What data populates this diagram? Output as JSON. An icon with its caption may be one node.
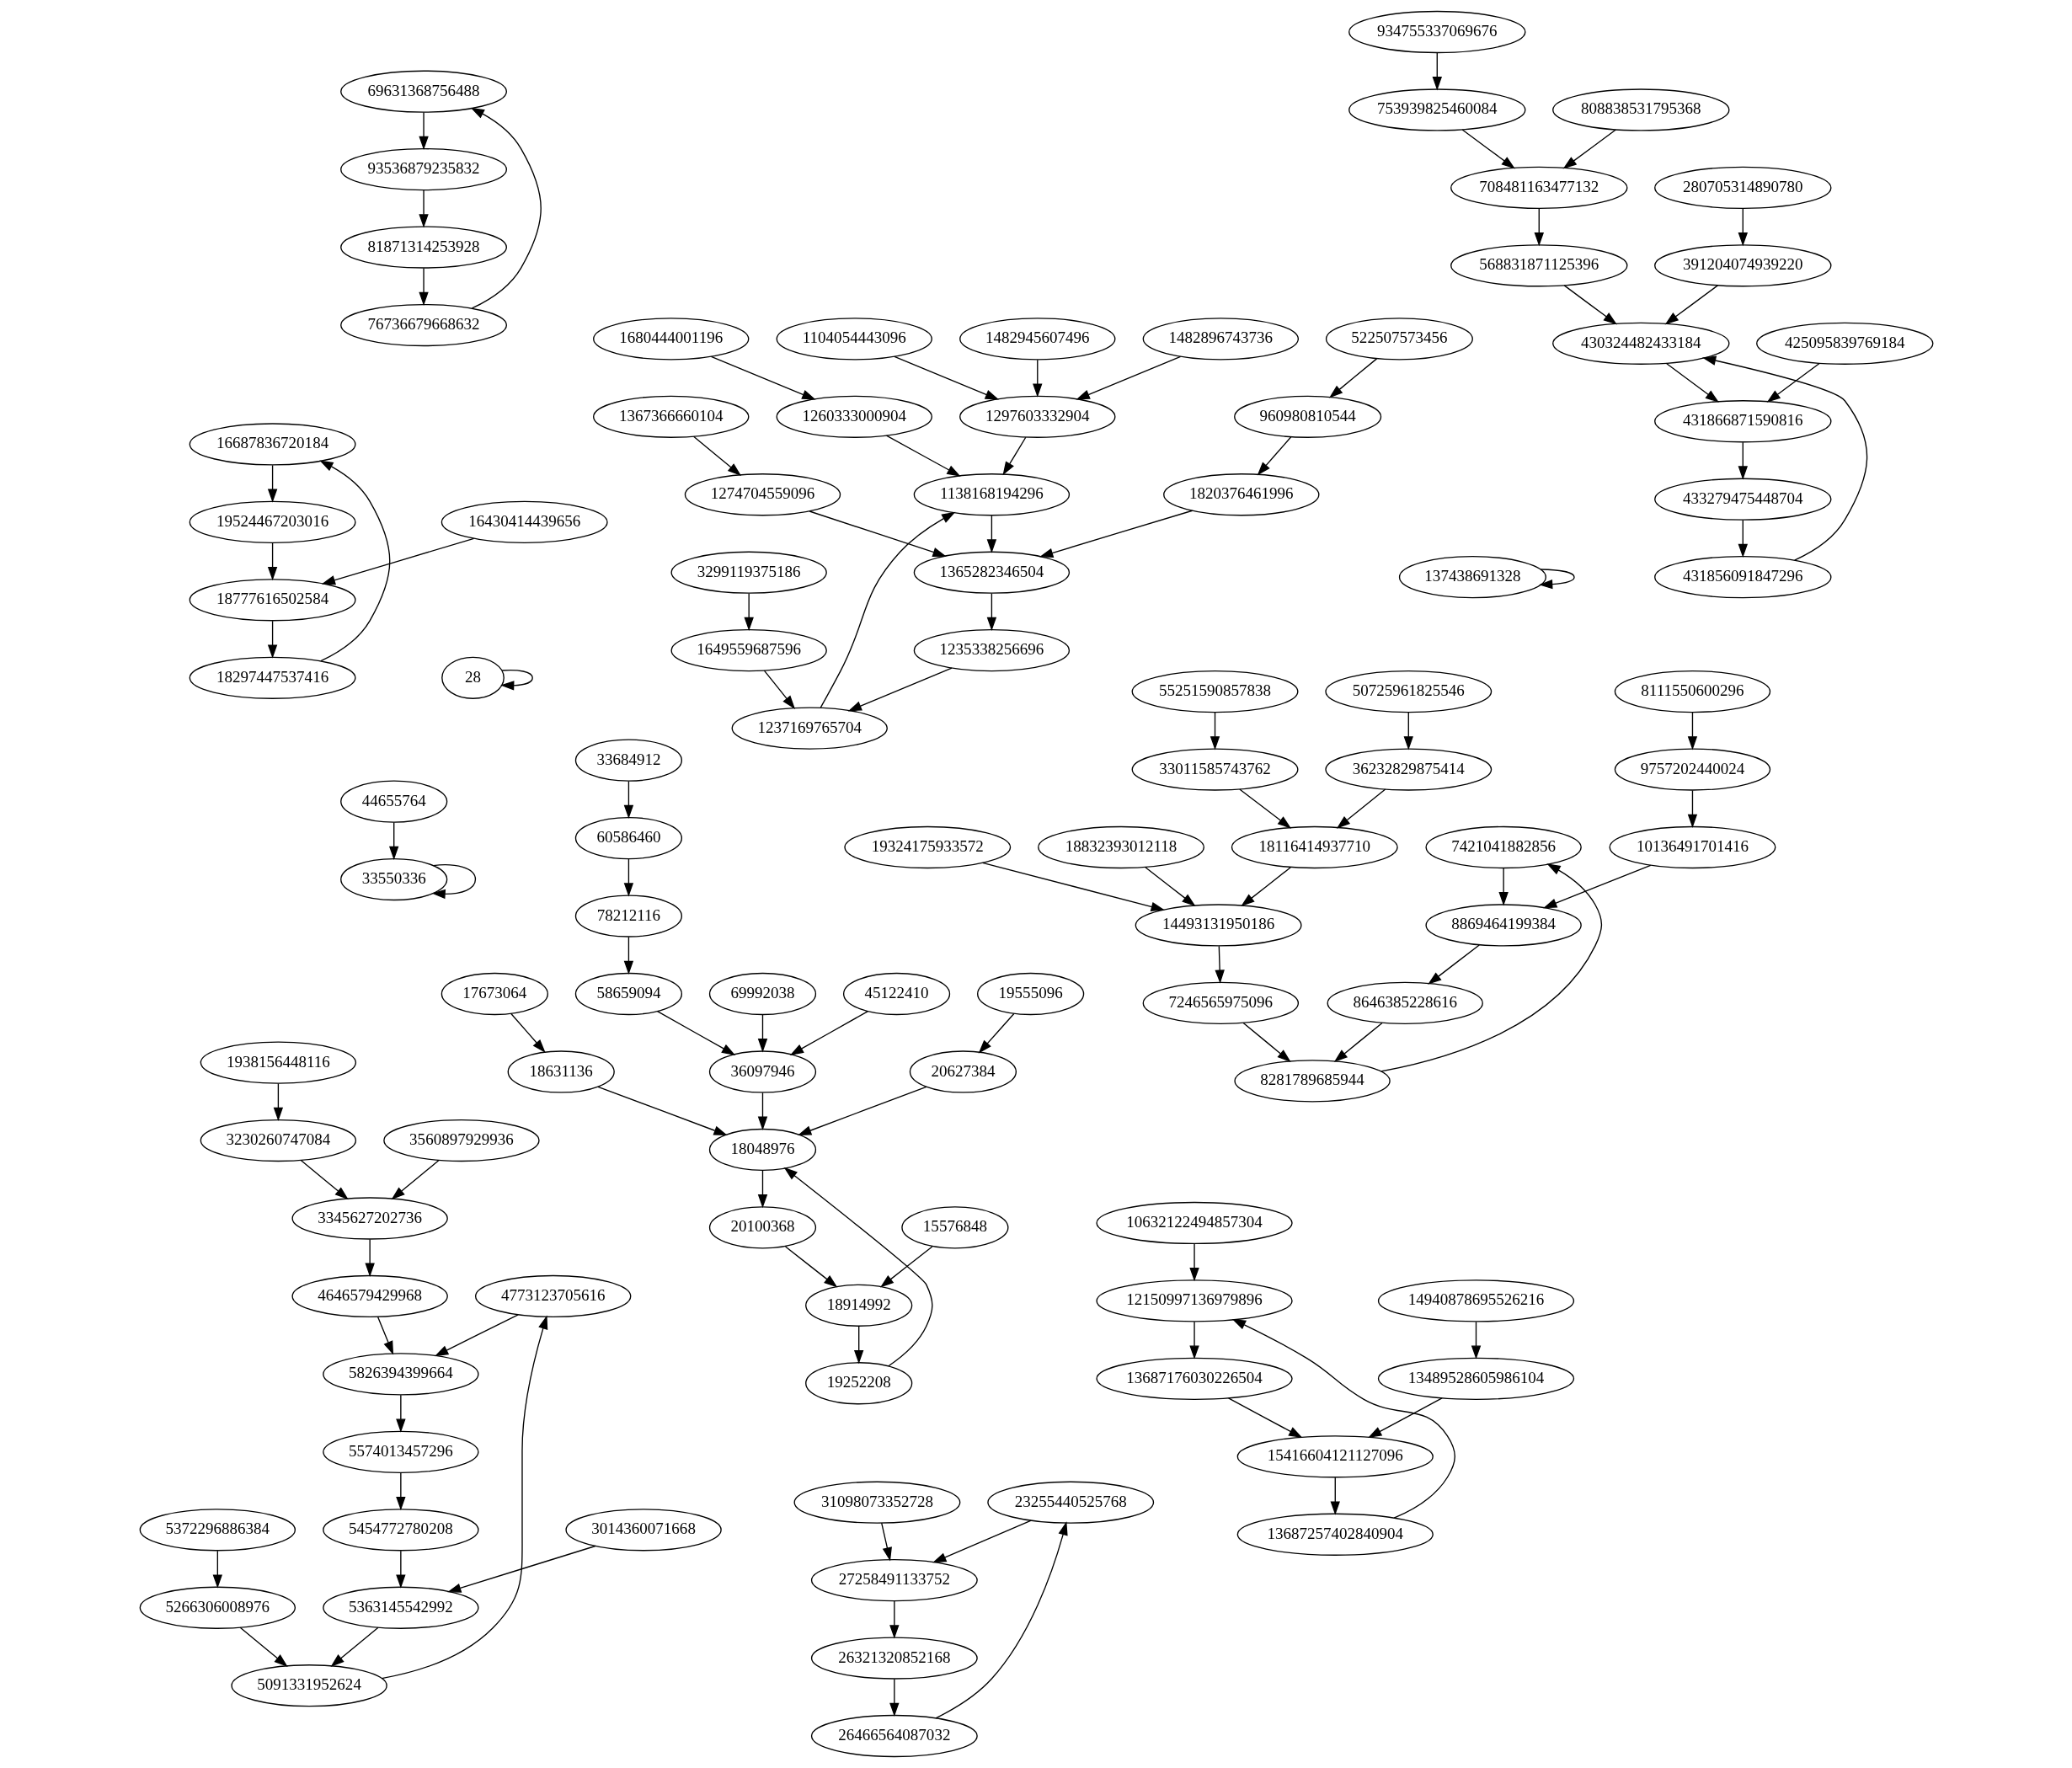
{
  "diagram": {
    "nodes": [
      {
        "text": [
          "934755337069676"
        ]
      },
      {
        "text": [
          "753939825460084"
        ]
      },
      {
        "text": [
          "808838531795368"
        ]
      },
      {
        "text": [
          "280705314890780"
        ]
      },
      {
        "text": [
          "708481163477132"
        ]
      },
      {
        "text": [
          "391204074939220"
        ]
      },
      {
        "text": [
          "568831871125396"
        ]
      },
      {
        "text": [
          "425095839769184"
        ]
      },
      {
        "text": [
          "430324482433184"
        ]
      },
      {
        "text": [
          "431866871590816"
        ]
      },
      {
        "text": [
          "433279475448704"
        ]
      },
      {
        "text": [
          "431856091847296"
        ]
      },
      {
        "text": [
          "33684912"
        ]
      },
      {
        "text": [
          "60586460"
        ]
      },
      {
        "text": [
          "78212116"
        ]
      },
      {
        "text": [
          "69992038"
        ]
      },
      {
        "text": [
          "17673064"
        ]
      },
      {
        "text": [
          "19555096"
        ]
      },
      {
        "text": [
          "45122410"
        ]
      },
      {
        "text": [
          "58659094"
        ]
      },
      {
        "text": [
          "18631136"
        ]
      },
      {
        "text": [
          "20627384"
        ]
      },
      {
        "text": [
          "36097946"
        ]
      },
      {
        "text": [
          "18048976"
        ]
      },
      {
        "text": [
          "15576848"
        ]
      },
      {
        "text": [
          "20100368"
        ]
      },
      {
        "text": [
          "18914992"
        ]
      },
      {
        "text": [
          "19252208"
        ]
      },
      {
        "text": [
          "44655764"
        ]
      },
      {
        "text": [
          "33550336"
        ]
      },
      {
        "text": [
          "55251590857838"
        ]
      },
      {
        "text": [
          "50725961825546"
        ]
      },
      {
        "text": [
          "8111550600296"
        ]
      },
      {
        "text": [
          "33011585743762"
        ]
      },
      {
        "text": [
          "36232829875414"
        ]
      },
      {
        "text": [
          "19324175933572"
        ]
      },
      {
        "text": [
          "9757202440024"
        ]
      },
      {
        "text": [
          "18116414937710"
        ]
      },
      {
        "text": [
          "18832393012118"
        ]
      },
      {
        "text": [
          "7421041882856"
        ]
      },
      {
        "text": [
          "10136491701416"
        ]
      },
      {
        "text": [
          "14493131950186"
        ]
      },
      {
        "text": [
          "8869464199384"
        ]
      },
      {
        "text": [
          "7246565975096"
        ]
      },
      {
        "text": [
          "8646385228616"
        ]
      },
      {
        "text": [
          "8281789685944"
        ]
      },
      {
        "text": [
          "31098073352728"
        ]
      },
      {
        "text": [
          "23255440525768"
        ]
      },
      {
        "text": [
          "27258491133752"
        ]
      },
      {
        "text": [
          "26321320852168"
        ]
      },
      {
        "text": [
          "26466564087032"
        ]
      },
      {
        "text": [
          "28"
        ]
      },
      {
        "text": [
          "1938156448116"
        ]
      },
      {
        "text": [
          "3230260747084"
        ]
      },
      {
        "text": [
          "3560897929936"
        ]
      },
      {
        "text": [
          "3345627202736"
        ]
      },
      {
        "text": [
          "4646579429968"
        ]
      },
      {
        "text": [
          "4773123705616"
        ]
      },
      {
        "text": [
          "5826394399664"
        ]
      },
      {
        "text": [
          "5574013457296"
        ]
      },
      {
        "text": [
          "5454772780208"
        ]
      },
      {
        "text": [
          "3014360071668"
        ]
      },
      {
        "text": [
          "5372296886384"
        ]
      },
      {
        "text": [
          "5363145542992"
        ]
      },
      {
        "text": [
          "5266306008976"
        ]
      },
      {
        "text": [
          "5091331952624"
        ]
      },
      {
        "text": [
          "1482945607496"
        ]
      },
      {
        "text": [
          "1482896743736"
        ]
      },
      {
        "text": [
          "522507573456"
        ]
      },
      {
        "text": [
          "1680444001196"
        ]
      },
      {
        "text": [
          "1104054443096"
        ]
      },
      {
        "text": [
          "1367366660104"
        ]
      },
      {
        "text": [
          "960980810544"
        ]
      },
      {
        "text": [
          "1260333000904"
        ]
      },
      {
        "text": [
          "1297603332904"
        ]
      },
      {
        "text": [
          "1274704559096"
        ]
      },
      {
        "text": [
          "1820376461996"
        ]
      },
      {
        "text": [
          "1138168194296"
        ]
      },
      {
        "text": [
          "3299119375186"
        ]
      },
      {
        "text": [
          "1365282346504"
        ]
      },
      {
        "text": [
          "1649559687596"
        ]
      },
      {
        "text": [
          "1235338256696"
        ]
      },
      {
        "text": [
          "1237169765704"
        ]
      },
      {
        "text": [
          "137438691328"
        ]
      },
      {
        "text": [
          "10632122494857304"
        ]
      },
      {
        "text": [
          "14940878695526216"
        ]
      },
      {
        "text": [
          "12150997136979896"
        ]
      },
      {
        "text": [
          "13489528605986104"
        ]
      },
      {
        "text": [
          "13687176030226504"
        ]
      },
      {
        "text": [
          "15416604121127096"
        ]
      },
      {
        "text": [
          "13687257402840904"
        ]
      },
      {
        "text": [
          "69631368756488"
        ]
      },
      {
        "text": [
          "93536879235832"
        ]
      },
      {
        "text": [
          "81871314253928"
        ]
      },
      {
        "text": [
          "76736679668632"
        ]
      },
      {
        "text": [
          "16687836720184"
        ]
      },
      {
        "text": [
          "19524467203016"
        ]
      },
      {
        "text": [
          "16430414439656"
        ]
      },
      {
        "text": [
          "18777616502584"
        ]
      },
      {
        "text": [
          "18297447537416"
        ]
      }
    ],
    "edges": [
      {
        "from": 0,
        "to": 1,
        "arrow": "to"
      },
      {
        "from": 1,
        "to": 4,
        "arrow": "to"
      },
      {
        "from": 2,
        "to": 4,
        "arrow": "to"
      },
      {
        "from": 3,
        "to": 5,
        "arrow": "to"
      },
      {
        "from": 4,
        "to": 6,
        "arrow": "to"
      },
      {
        "from": 5,
        "to": 8,
        "arrow": "to"
      },
      {
        "from": 6,
        "to": 8,
        "arrow": "to"
      },
      {
        "from": 7,
        "to": 9,
        "arrow": "to"
      },
      {
        "from": 8,
        "to": 9,
        "arrow": "to"
      },
      {
        "from": 9,
        "to": 10,
        "arrow": "to"
      },
      {
        "from": 10,
        "to": 11,
        "arrow": "to"
      },
      {
        "from": 11,
        "to": 8,
        "arrow": "to"
      },
      {
        "from": 12,
        "to": 13,
        "arrow": "to"
      },
      {
        "from": 13,
        "to": 14,
        "arrow": "to"
      },
      {
        "from": 14,
        "to": 19,
        "arrow": "to"
      },
      {
        "from": 16,
        "to": 20,
        "arrow": "to"
      },
      {
        "from": 17,
        "to": 21,
        "arrow": "to"
      },
      {
        "from": 18,
        "to": 22,
        "arrow": "to"
      },
      {
        "from": 19,
        "to": 22,
        "arrow": "to"
      },
      {
        "from": 15,
        "to": 22,
        "arrow": "to"
      },
      {
        "from": 20,
        "to": 23,
        "arrow": "to"
      },
      {
        "from": 21,
        "to": 23,
        "arrow": "to"
      },
      {
        "from": 22,
        "to": 23,
        "arrow": "to"
      },
      {
        "from": 23,
        "to": 25,
        "arrow": "to"
      },
      {
        "from": 24,
        "to": 26,
        "arrow": "to"
      },
      {
        "from": 25,
        "to": 26,
        "arrow": "to"
      },
      {
        "from": 26,
        "to": 27,
        "arrow": "to"
      },
      {
        "from": 27,
        "to": 23,
        "arrow": "to"
      },
      {
        "from": 28,
        "to": 29,
        "arrow": "to"
      },
      {
        "from": 29,
        "to": 29,
        "arrow": "to"
      },
      {
        "from": 30,
        "to": 33,
        "arrow": "to"
      },
      {
        "from": 31,
        "to": 34,
        "arrow": "to"
      },
      {
        "from": 32,
        "to": 36,
        "arrow": "to"
      },
      {
        "from": 33,
        "to": 37,
        "arrow": "to"
      },
      {
        "from": 34,
        "to": 37,
        "arrow": "to"
      },
      {
        "from": 36,
        "to": 40,
        "arrow": "to"
      },
      {
        "from": 37,
        "to": 41,
        "arrow": "to"
      },
      {
        "from": 38,
        "to": 41,
        "arrow": "to"
      },
      {
        "from": 35,
        "to": 41,
        "arrow": "to"
      },
      {
        "from": 39,
        "to": 42,
        "arrow": "to"
      },
      {
        "from": 40,
        "to": 42,
        "arrow": "to"
      },
      {
        "from": 41,
        "to": 43,
        "arrow": "to"
      },
      {
        "from": 42,
        "to": 44,
        "arrow": "to"
      },
      {
        "from": 43,
        "to": 45,
        "arrow": "to"
      },
      {
        "from": 44,
        "to": 45,
        "arrow": "to"
      },
      {
        "from": 45,
        "to": 39,
        "arrow": "to"
      },
      {
        "from": 46,
        "to": 48,
        "arrow": "to"
      },
      {
        "from": 47,
        "to": 48,
        "arrow": "to"
      },
      {
        "from": 48,
        "to": 49,
        "arrow": "to"
      },
      {
        "from": 49,
        "to": 50,
        "arrow": "to"
      },
      {
        "from": 50,
        "to": 47,
        "arrow": "to"
      },
      {
        "from": 51,
        "to": 51,
        "arrow": "to"
      },
      {
        "from": 52,
        "to": 53,
        "arrow": "to"
      },
      {
        "from": 53,
        "to": 55,
        "arrow": "to"
      },
      {
        "from": 54,
        "to": 55,
        "arrow": "to"
      },
      {
        "from": 55,
        "to": 56,
        "arrow": "to"
      },
      {
        "from": 56,
        "to": 58,
        "arrow": "to"
      },
      {
        "from": 57,
        "to": 58,
        "arrow": "to"
      },
      {
        "from": 58,
        "to": 59,
        "arrow": "to"
      },
      {
        "from": 59,
        "to": 60,
        "arrow": "to"
      },
      {
        "from": 60,
        "to": 63,
        "arrow": "to"
      },
      {
        "from": 61,
        "to": 63,
        "arrow": "to"
      },
      {
        "from": 62,
        "to": 64,
        "arrow": "to"
      },
      {
        "from": 63,
        "to": 65,
        "arrow": "to"
      },
      {
        "from": 64,
        "to": 65,
        "arrow": "to"
      },
      {
        "from": 65,
        "to": 57,
        "arrow": "to"
      },
      {
        "from": 68,
        "to": 72,
        "arrow": "to"
      },
      {
        "from": 69,
        "to": 73,
        "arrow": "to"
      },
      {
        "from": 70,
        "to": 74,
        "arrow": "to"
      },
      {
        "from": 67,
        "to": 74,
        "arrow": "to"
      },
      {
        "from": 66,
        "to": 74,
        "arrow": "to"
      },
      {
        "from": 71,
        "to": 75,
        "arrow": "to"
      },
      {
        "from": 72,
        "to": 76,
        "arrow": "to"
      },
      {
        "from": 73,
        "to": 77,
        "arrow": "to"
      },
      {
        "from": 74,
        "to": 77,
        "arrow": "to"
      },
      {
        "from": 75,
        "to": 79,
        "arrow": "to"
      },
      {
        "from": 76,
        "to": 79,
        "arrow": "to"
      },
      {
        "from": 77,
        "to": 79,
        "arrow": "to"
      },
      {
        "from": 78,
        "to": 80,
        "arrow": "to"
      },
      {
        "from": 79,
        "to": 81,
        "arrow": "to"
      },
      {
        "from": 80,
        "to": 82,
        "arrow": "to"
      },
      {
        "from": 81,
        "to": 82,
        "arrow": "to"
      },
      {
        "from": 82,
        "to": 77,
        "arrow": "to"
      },
      {
        "from": 83,
        "to": 83,
        "arrow": "to"
      },
      {
        "from": 84,
        "to": 86,
        "arrow": "to"
      },
      {
        "from": 85,
        "to": 87,
        "arrow": "to"
      },
      {
        "from": 86,
        "to": 88,
        "arrow": "to"
      },
      {
        "from": 87,
        "to": 89,
        "arrow": "to"
      },
      {
        "from": 88,
        "to": 89,
        "arrow": "to"
      },
      {
        "from": 89,
        "to": 90,
        "arrow": "to"
      },
      {
        "from": 90,
        "to": 86,
        "arrow": "to"
      },
      {
        "from": 91,
        "to": 92,
        "arrow": "to"
      },
      {
        "from": 92,
        "to": 93,
        "arrow": "to"
      },
      {
        "from": 93,
        "to": 94,
        "arrow": "to"
      },
      {
        "from": 94,
        "to": 91,
        "arrow": "to"
      },
      {
        "from": 95,
        "to": 96,
        "arrow": "to"
      },
      {
        "from": 96,
        "to": 98,
        "arrow": "to"
      },
      {
        "from": 97,
        "to": 98,
        "arrow": "to"
      },
      {
        "from": 98,
        "to": 99,
        "arrow": "to"
      },
      {
        "from": 99,
        "to": 95,
        "arrow": "to"
      }
    ]
  }
}
